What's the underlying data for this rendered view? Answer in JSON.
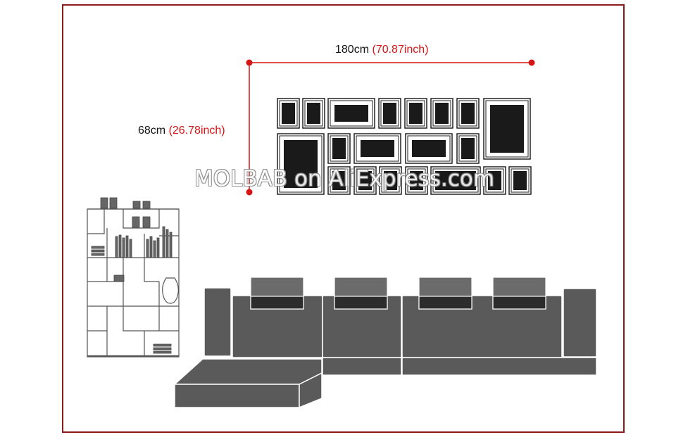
{
  "dimensions": {
    "width_cm": "180cm",
    "width_inch": "(70.87inch)",
    "height_cm": "68cm",
    "height_inch": "(26.78inch)"
  },
  "watermark": "MOLBAB on AliExpress.com",
  "colors": {
    "border": "#8b1a1a",
    "dimension_line": "#d61414",
    "frame_fill": "#1a1a1a",
    "sofa_fill": "#5a5a5a"
  }
}
